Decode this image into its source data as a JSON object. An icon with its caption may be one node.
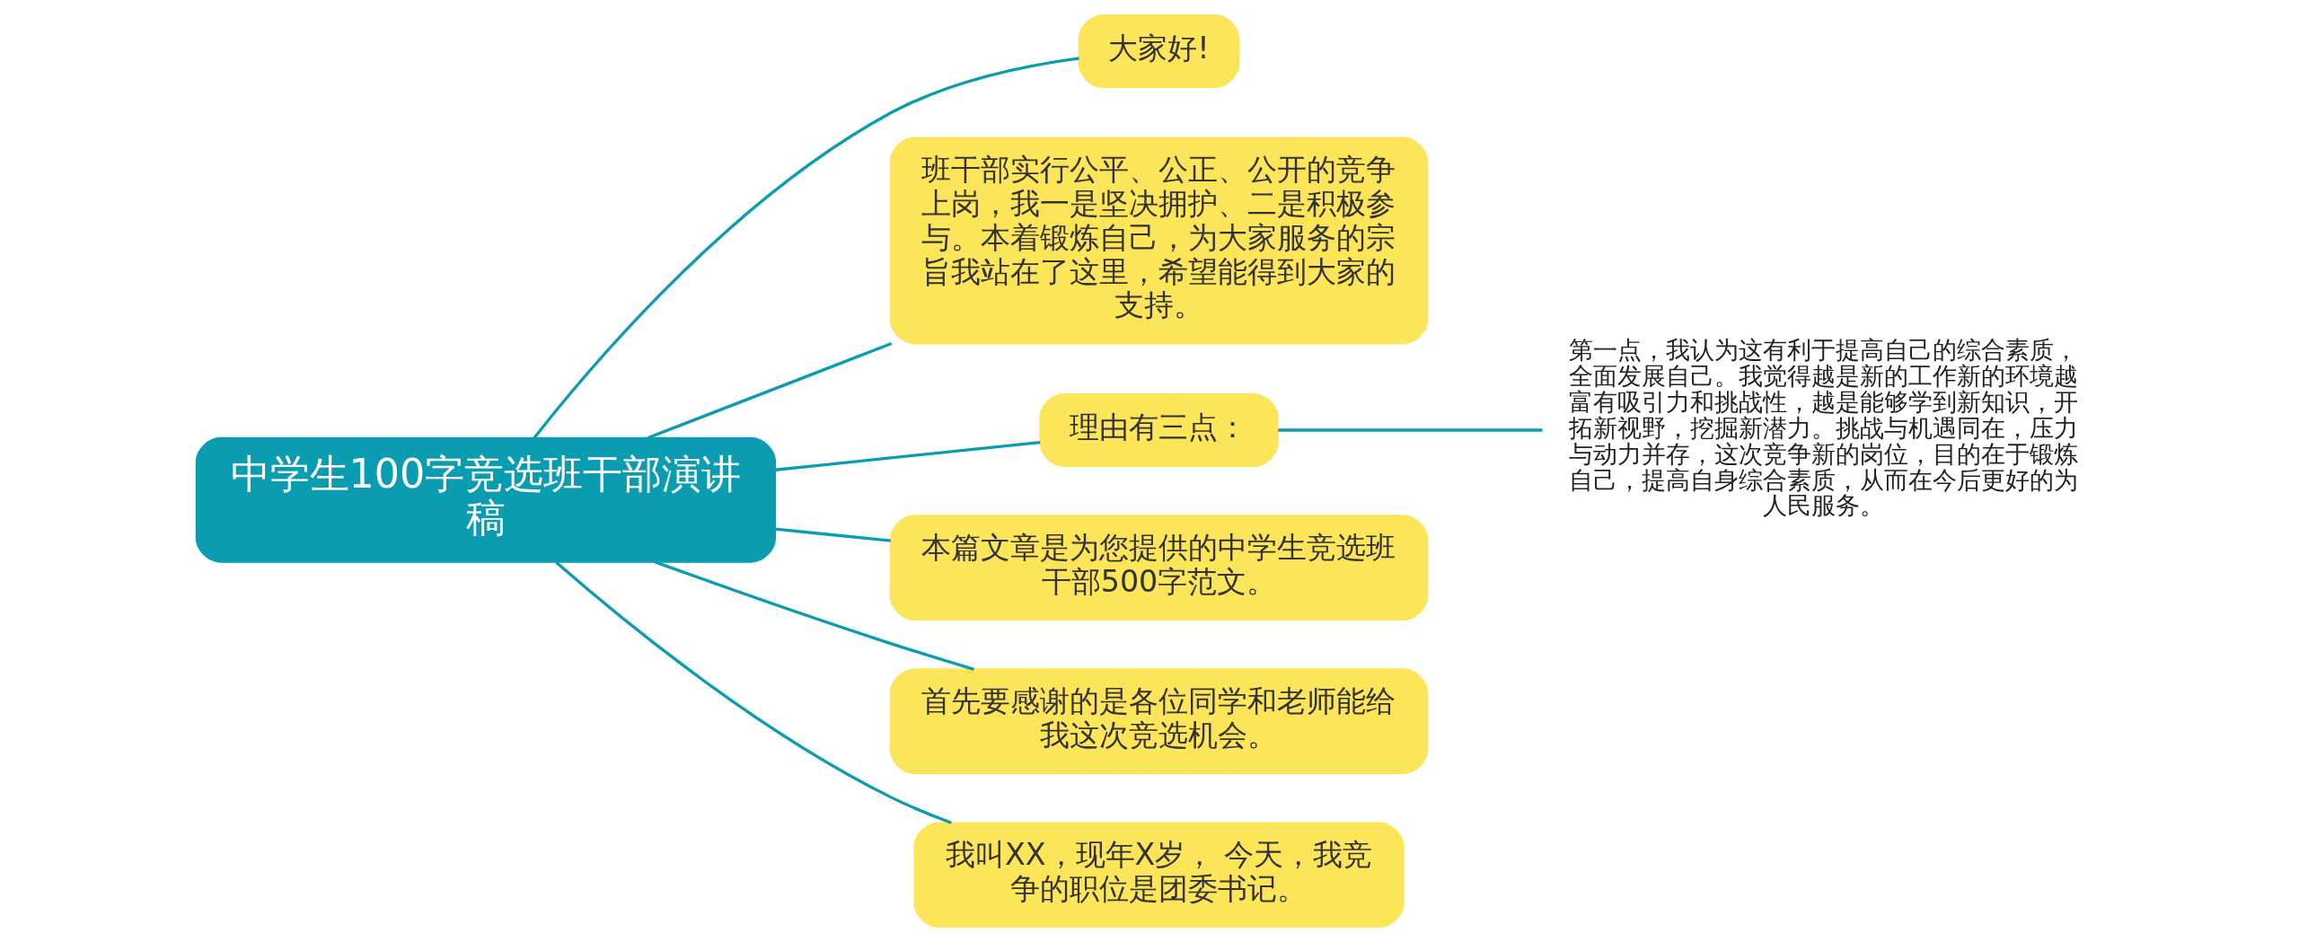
{
  "diagram": {
    "nodes": [
      {
        "text": [
          "中学生100字竞选班干部演讲稿"
        ]
      },
      {
        "text": [
          "大家好!"
        ]
      },
      {
        "text": [
          "班干部实行公平、公正、公开的竞争上岗，我一是坚决拥护、二是积极参与。本着锻炼自己，为大家服务的宗旨我站在了这里，希望能得到大家的支持。"
        ]
      },
      {
        "text": [
          "理由有三点："
        ]
      },
      {
        "text": [
          "第一点，我认为这有利于提高自己的综合素质，全面发展自己。我觉得越是新的工作新的环境越富有吸引力和挑战性，越是能够学到新知识，开拓新视野，挖掘新潜力。挑战与机遇同在，压力与动力并存，这次竞争新的岗位，目的在于锻炼自己，提高自身综合素质，从而在今后更好的为人民服务。"
        ]
      },
      {
        "text": [
          "本篇文章是为您提供的中学生竞选班干部500字范文。"
        ]
      },
      {
        "text": [
          "首先要感谢的是各位同学和老师能给我这次竞选机会。"
        ]
      },
      {
        "text": [
          "我叫XX，现年X岁， 今天，我竞争的职位是团委书记。"
        ]
      }
    ],
    "edges": [
      {
        "from": 0,
        "to": 1,
        "arrow": "none"
      },
      {
        "from": 0,
        "to": 2,
        "arrow": "none"
      },
      {
        "from": 0,
        "to": 3,
        "arrow": "none"
      },
      {
        "from": 3,
        "to": 4,
        "arrow": "none"
      },
      {
        "from": 0,
        "to": 5,
        "arrow": "none"
      },
      {
        "from": 0,
        "to": 6,
        "arrow": "none"
      },
      {
        "from": 0,
        "to": 7,
        "arrow": "none"
      }
    ]
  }
}
